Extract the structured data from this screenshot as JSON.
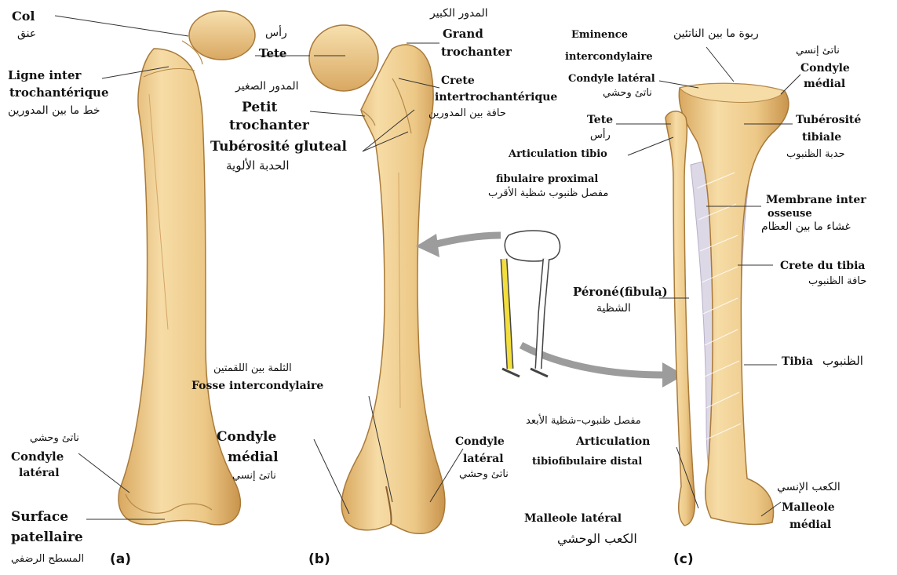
{
  "colors": {
    "bone": "#ecc98b",
    "bone_dark": "#c9994f",
    "bone_light": "#f8e2b4",
    "membrane": "#ddd8e6",
    "arrow": "#9c9c9c",
    "skeleton_highlight": "#f2de3c"
  },
  "panels": {
    "a": "(a)",
    "b": "(b)",
    "c": "(c)"
  },
  "panel_a": {
    "col": "Col",
    "col_ar": "عنق",
    "ligne1": "Ligne inter",
    "ligne2": "trochantérique",
    "ligne_ar": "خط ما بين المدورين",
    "cond_ar": "ناتئ وحشي",
    "cond1": "Condyle",
    "cond2": "latéral",
    "surf1": "Surface",
    "surf2": "patellaire",
    "surf_ar": "المسطح الرضفي"
  },
  "panel_b": {
    "tete_ar": "رأس",
    "tete": "Tete",
    "petit_ar": "المدور الصغير",
    "petit1": "Petit",
    "petit2": "trochanter",
    "glut": "Tubérosité gluteal",
    "glut_ar": "الحدبة الألوية",
    "grand_ar": "المدور الكبير",
    "grand1": "Grand",
    "grand2": "trochanter",
    "crete1": "Crete",
    "crete2": "intertrochantérique",
    "crete_ar": "حافة بين المدورين",
    "fosse_ar": "الثلمة بين اللقمتين",
    "fosse": "Fosse intercondylaire",
    "cmed1": "Condyle",
    "cmed2": "médial",
    "cmed_ar": "ناتئ إنسي",
    "clat1": "Condyle",
    "clat2": "latéral",
    "clat_ar": "ناتئ وحشي"
  },
  "panel_c": {
    "emin": "Eminence",
    "emin_ar": "ربوة ما بين الناتئين",
    "emin2": "intercondylaire",
    "cmed_ar": "ناتئ إنسي",
    "cmed1": "Condyle",
    "cmed2": "médial",
    "clat": "Condyle latéral",
    "clat_ar": "ناتئ وحشي",
    "tete": "Tete",
    "tete_ar": "رأس",
    "artp1": "Articulation tibio",
    "artp2": "fibulaire proximal",
    "artp_ar": "مفصل ظنبوب شظية الأقرب",
    "tub1": "Tubérosité",
    "tub2": "tibiale",
    "tub_ar": "حدبة الظنبوب",
    "memb1": "Membrane inter",
    "memb2": "osseuse",
    "memb_ar": "غشاء ما بين العظام",
    "crete": "Crete du tibia",
    "crete_ar": "حافة الظنبوب",
    "perone": "Péroné(fibula)",
    "perone_ar": "الشظية",
    "tibia": "Tibia",
    "tibia_ar": "الظنبوب",
    "artd_ar": "مفصل ظنبوب–شظية الأبعد",
    "artd1": "Articulation",
    "artd2": "tibiofibulaire distal",
    "mmed_ar": "الكعب الإنسي",
    "mmed1": "Malleole",
    "mmed2": "médial",
    "mlat": "Malleole latéral",
    "mlat_ar": "الكعب الوحشي"
  }
}
